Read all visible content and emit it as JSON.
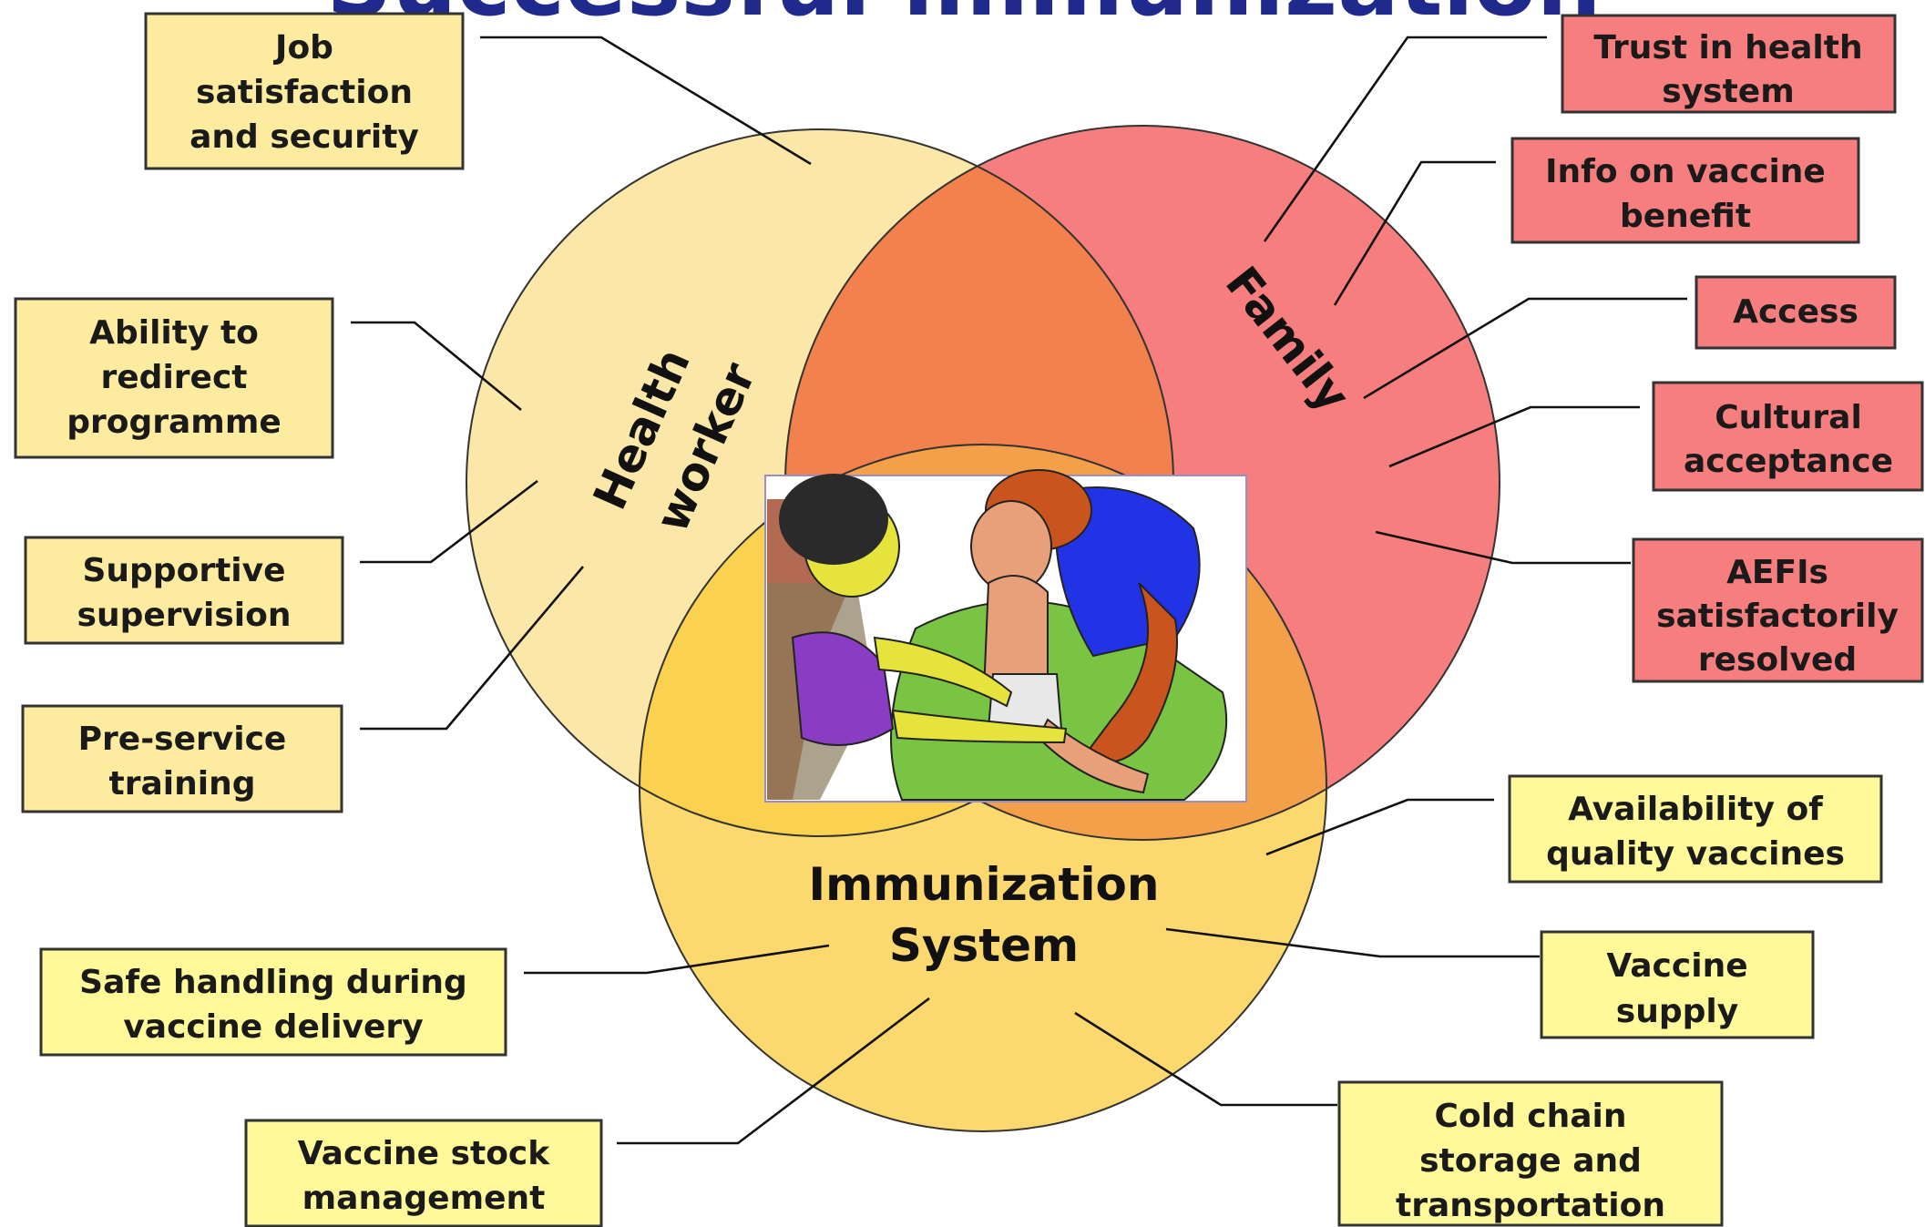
{
  "title": "Successful immunization",
  "colors": {
    "health_worker_fill": "#fbe8a8",
    "family_fill": "#f77e7e",
    "system_fill": "#fbd96f",
    "hw_family_overlap": "#f3814e",
    "hw_system_overlap": "#fbd24f",
    "family_system_overlap": "#f4a04a",
    "yellow_box": "#fdeca0",
    "pale_box": "#fff999",
    "red_box": "#f77e7e"
  },
  "circles": {
    "health_worker": {
      "line1": "Health",
      "line2": "worker"
    },
    "family": {
      "label": "Family"
    },
    "system": {
      "line1": "Immunization",
      "line2": "System"
    }
  },
  "illustration": {
    "description_icon": "health-worker-vaccinating-child-illustration"
  },
  "boxes": {
    "job": [
      "Job",
      "satisfaction",
      "and security"
    ],
    "redirect": [
      "Ability to",
      "redirect",
      "programme"
    ],
    "supervision": [
      "Supportive",
      "supervision"
    ],
    "preservice": [
      "Pre-service",
      "training"
    ],
    "safe": [
      "Safe handling during",
      "vaccine delivery"
    ],
    "stock": [
      "Vaccine stock",
      "management"
    ],
    "trust": [
      "Trust in health",
      "system"
    ],
    "info": [
      "Info on vaccine",
      "benefit"
    ],
    "access": [
      "Access"
    ],
    "cultural": [
      "Cultural",
      "acceptance"
    ],
    "aefi": [
      "AEFIs",
      "satisfactorily",
      "resolved"
    ],
    "availability": [
      "Availability of",
      "quality vaccines"
    ],
    "supply": [
      "Vaccine",
      "supply"
    ],
    "cold": [
      "Cold chain",
      "storage and",
      "transportation"
    ]
  }
}
